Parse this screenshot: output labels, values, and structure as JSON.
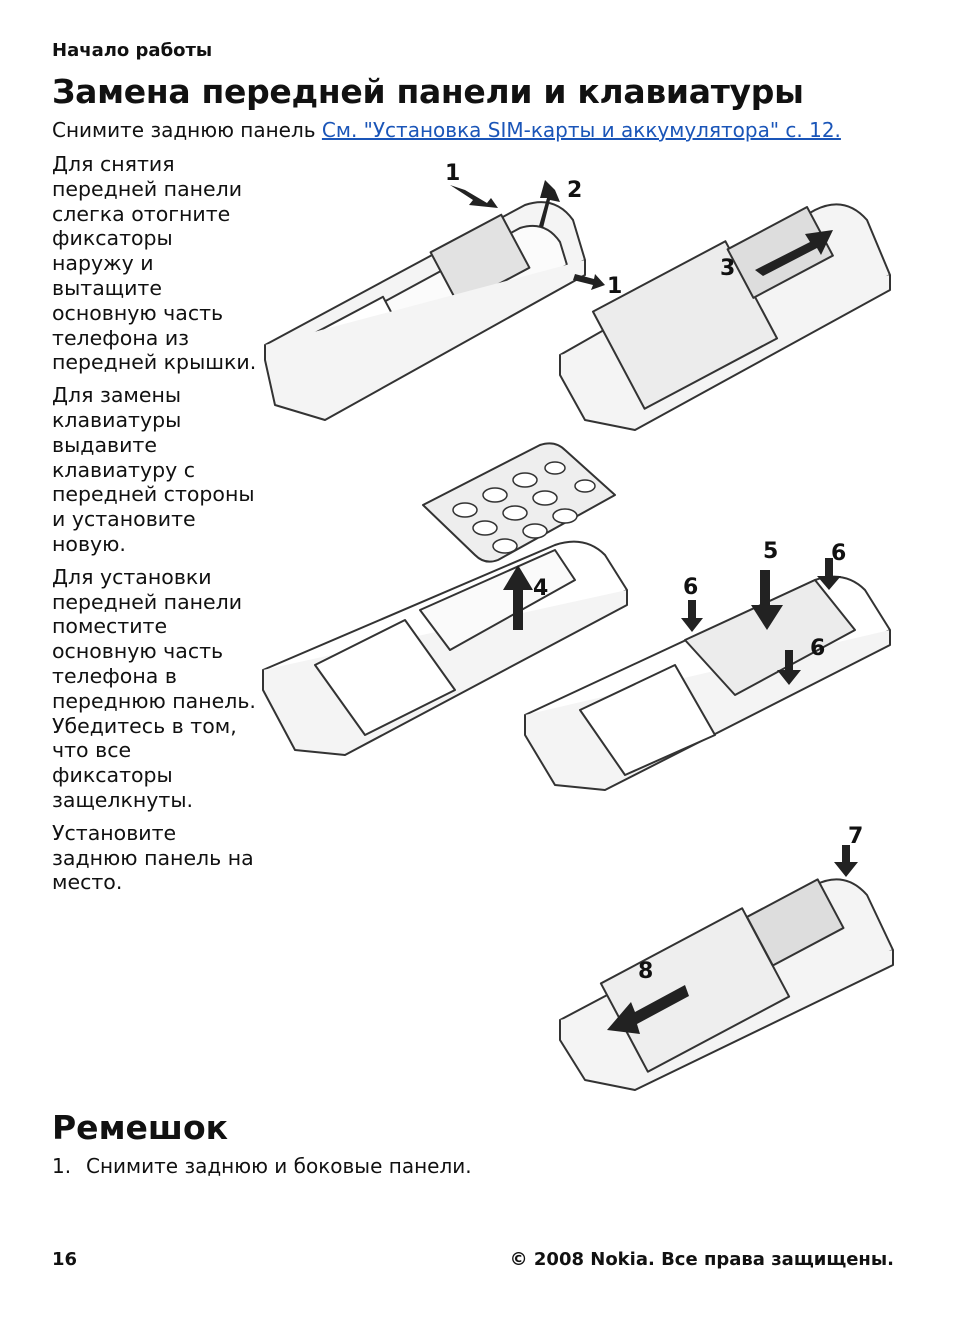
{
  "header": {
    "section": "Начало работы"
  },
  "main": {
    "title": "Замена передней панели и клавиатуры",
    "intro_text": "Снимите заднюю панель ",
    "intro_link": "См. \"Установка SIM-карты и аккумулятора\" с. 12.",
    "steps": [
      "Для снятия передней панели слегка отогните фиксаторы наружу и вытащите основную часть телефона из передней крышки.",
      "Для замены клавиатуры выдавите клавиатуру с передней стороны и установите новую.",
      "Для установки передней панели поместите основную часть телефона в переднюю панель. Убедитесь в том, что все фиксаторы защелкнуты.",
      "Установите заднюю панель на место."
    ],
    "figure_labels": {
      "l1a": "1",
      "l2": "2",
      "l1b": "1",
      "l3": "3",
      "l4": "4",
      "l5": "5",
      "l6a": "6",
      "l6b": "6",
      "l6c": "6",
      "l7": "7",
      "l8": "8"
    }
  },
  "strap": {
    "title": "Ремешок",
    "items": [
      {
        "num": "1.",
        "text": "Снимите заднюю и боковые панели."
      }
    ]
  },
  "footer": {
    "page": "16",
    "copyright": "© 2008 Nokia. Все права защищены."
  },
  "colors": {
    "link": "#1a55b8",
    "ink": "#111111",
    "line": "#333333",
    "fill": "#f0f0f0"
  }
}
